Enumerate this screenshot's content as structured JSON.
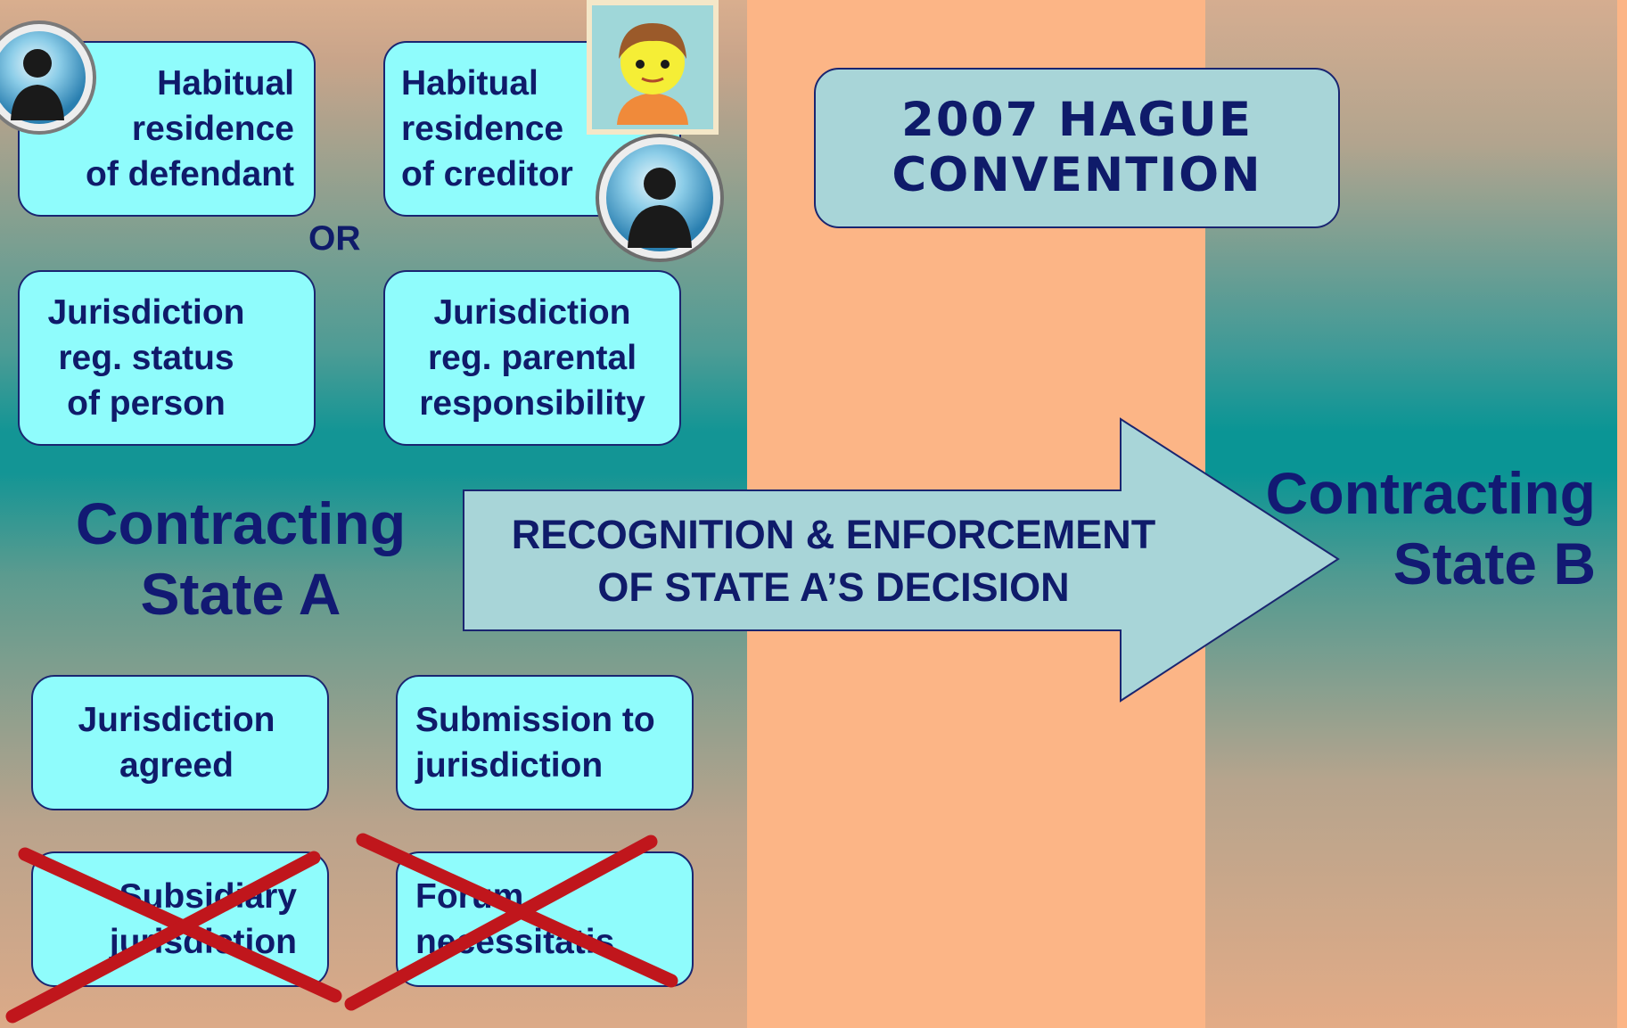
{
  "panels": {
    "state_a_label": "Contracting\nState A",
    "state_b_label": "Contracting\nState B"
  },
  "convention": {
    "title": "2007 HAGUE\nCONVENTION"
  },
  "arrow": {
    "label": "RECOGNITION & ENFORCEMENT\nOF STATE A’S DECISION"
  },
  "connector": {
    "or_label": "OR"
  },
  "grounds": {
    "habitual_residence_defendant": "Habitual\nresidence\nof defendant",
    "habitual_residence_creditor": "Habitual\nresidence\nof creditor",
    "jurisdiction_status": "Jurisdiction\nreg. status\nof person",
    "jurisdiction_parental": "Jurisdiction\nreg. parental\nresponsibility",
    "jurisdiction_agreed": "Jurisdiction\nagreed",
    "submission": "Submission to\njurisdiction",
    "subsidiary": "Subsidiary\njurisdiction",
    "forum_necessitatis": "Forum\nnecessitatis"
  },
  "excluded_grounds": [
    "subsidiary",
    "forum_necessitatis"
  ],
  "icons": {
    "person": "person-silhouette-icon",
    "child": "child-face-icon",
    "cross": "red-cross-icon"
  },
  "colors": {
    "box_fill": "#8ffcfc",
    "text": "#0f1b6a",
    "middle_band": "#fcb586",
    "teal": "#139595",
    "arrow_fill": "#a8d5d8",
    "cross": "#c0161c"
  }
}
